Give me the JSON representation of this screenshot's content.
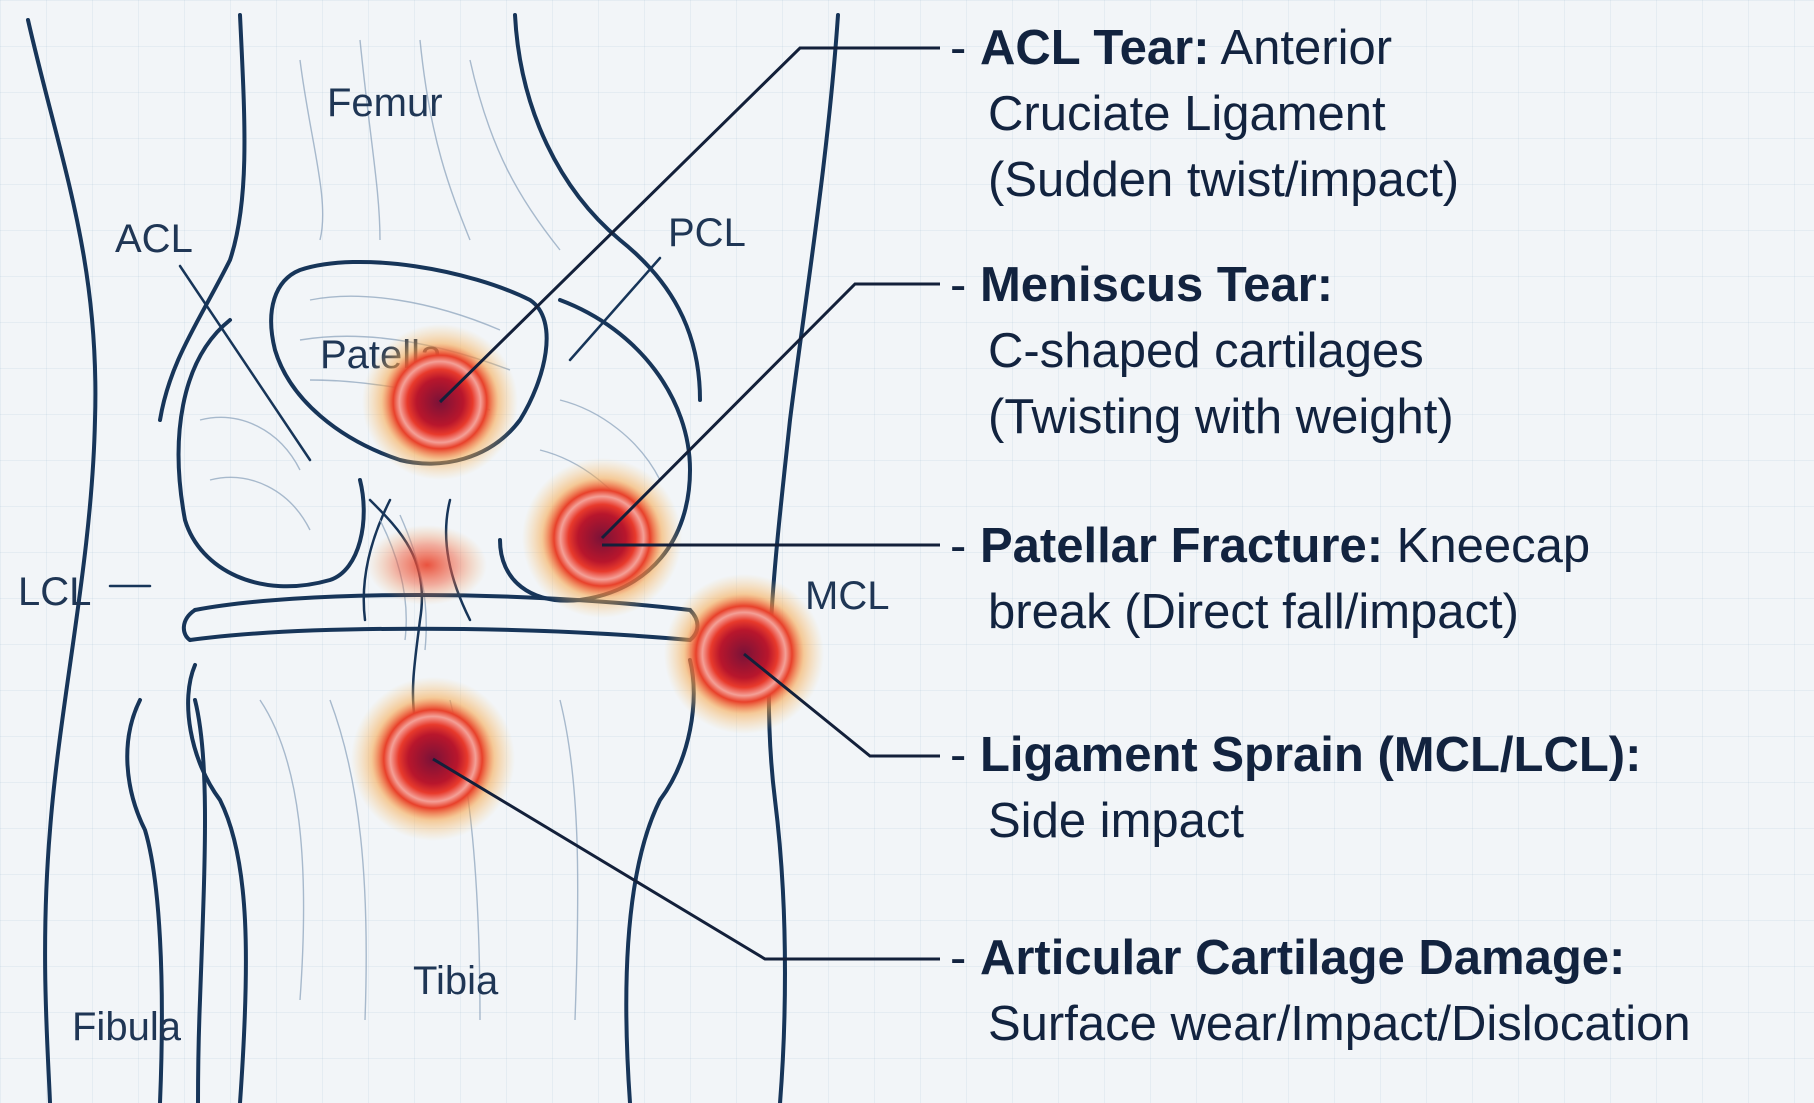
{
  "anatomy_labels": {
    "femur": "Femur",
    "acl": "ACL",
    "pcl": "PCL",
    "patella": "Patella",
    "lcl": "LCL",
    "mcl": "MCL",
    "tibia": "Tibia",
    "fibula": "Fibula"
  },
  "injuries": [
    {
      "dash": "-",
      "title": "ACL Tear:",
      "line1_rest": "Anterior",
      "line2": "Cruciate Ligament",
      "line3": "(Sudden twist/impact)"
    },
    {
      "dash": "-",
      "title": "Meniscus Tear:",
      "line1_rest": "",
      "line2": "C-shaped cartilages",
      "line3": "(Twisting with weight)"
    },
    {
      "dash": "-",
      "title": "Patellar Fracture:",
      "line1_rest": "Kneecap",
      "line2": "break (Direct fall/impact)"
    },
    {
      "dash": "-",
      "title": "Ligament Sprain (MCL/LCL):",
      "line1_rest": "",
      "line2": "Side impact"
    },
    {
      "dash": "-",
      "title": "Articular Cartilage Damage:",
      "line1_rest": "",
      "line2": "Surface wear/Impact/Dislocation"
    }
  ],
  "colors": {
    "outline": "#173559",
    "hotspot_core": "#8a1430",
    "hotspot_ring": "#e8402a",
    "hotspot_glow": "#f7a64a"
  }
}
